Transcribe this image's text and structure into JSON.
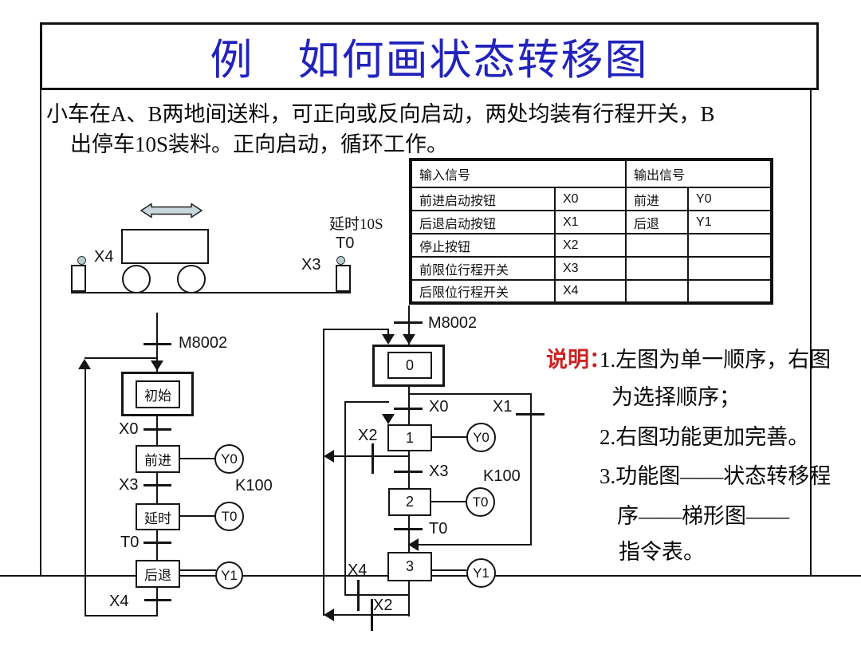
{
  "slide": {
    "title": "例　如何画状态转移图",
    "problem": {
      "line1": "小车在A、B两地间送料，可正向或反向启动，两处均装有行程开关，B",
      "line2": "出停车10S装料。正向启动，循环工作。"
    },
    "cart_figure": {
      "delay_label": "延时10S",
      "timer_label": "T0",
      "left_limit_label": "X4",
      "right_limit_label": "X3"
    },
    "io_table": {
      "input_header": "输入信号",
      "output_header": "输出信号",
      "rows": [
        {
          "in_name": "前进启动按钮",
          "in_code": "X0",
          "out_name": "前进",
          "out_code": "Y0"
        },
        {
          "in_name": "后退启动按钮",
          "in_code": "X1",
          "out_name": "后退",
          "out_code": "Y1"
        },
        {
          "in_name": "停止按钮",
          "in_code": "X2",
          "out_name": "",
          "out_code": ""
        },
        {
          "in_name": "前限位行程开关",
          "in_code": "X3",
          "out_name": "",
          "out_code": ""
        },
        {
          "in_name": "后限位行程开关",
          "in_code": "X4",
          "out_name": "",
          "out_code": ""
        }
      ]
    },
    "left_sfc": {
      "entry_transition": "M8002",
      "initial_state": "初始",
      "t_x0": "X0",
      "state_forward": "前进",
      "out_y0": "Y0",
      "t_x3": "X3",
      "k100": "K100",
      "state_delay": "延时",
      "out_t0": "T0",
      "t_t0": "T0",
      "state_back": "后退",
      "out_y1": "Y1",
      "t_x4": "X4"
    },
    "right_sfc": {
      "entry_transition": "M8002",
      "initial_state": "0",
      "t_x0": "X0",
      "t_x1": "X1",
      "state1": "1",
      "out_y0": "Y0",
      "t_x2_upper": "X2",
      "t_x3": "X3",
      "k100": "K100",
      "state2": "2",
      "out_t0": "T0",
      "t_t0": "T0",
      "state3": "3",
      "out_y1": "Y1",
      "t_x4": "X4",
      "t_x2_lower": "X2"
    },
    "notes": {
      "heading": "说明：",
      "lines": [
        "1.左图为单一顺序，右图",
        "为选择顺序；",
        "2.右图功能更加完善。",
        "3.功能图——状态转移程",
        "序——梯形图——",
        "指令表。"
      ]
    },
    "colors": {
      "title_blue": "#2222bd",
      "note_red": "#cc2222"
    }
  }
}
